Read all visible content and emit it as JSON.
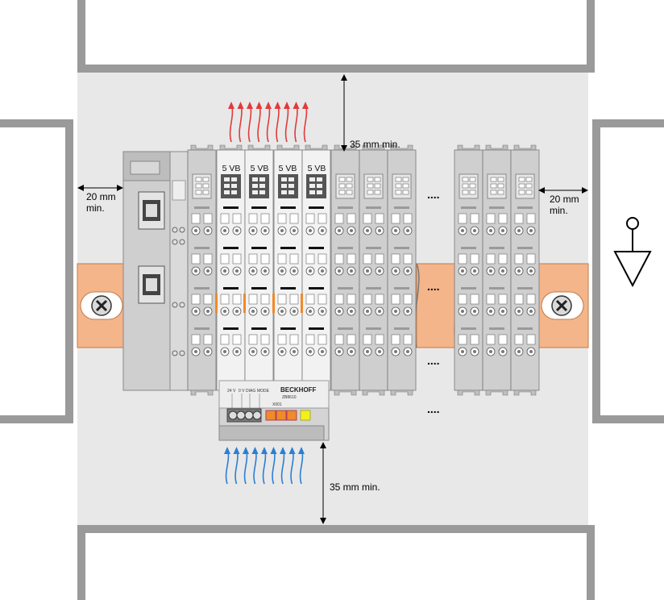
{
  "labels": {
    "top_clearance": "35 mm min.",
    "bottom_clearance": "35 mm min.",
    "left_clearance_1": "20 mm",
    "left_clearance_2": "min.",
    "right_clearance_1": "20 mm",
    "right_clearance_2": "min."
  },
  "terminals": {
    "power_label": "5 VB",
    "count_powered": 4,
    "ellipsis": "...."
  },
  "power_module": {
    "brand": "BECKHOFF",
    "model": "ZB8610",
    "sublabel": "X001",
    "terminal_labels": [
      "24 V",
      "0 V",
      "DIAG",
      "MODE"
    ]
  },
  "airflow": {
    "hot_color": "#e23a3a",
    "cold_color": "#2a7fd4",
    "arrow_count": 9
  },
  "colors": {
    "cabinet": "#e8e8e8",
    "frame": "#9a9a9a",
    "rail": "#f4b58a",
    "terminal": "#cfcfcf",
    "terminal_light": "#f2f2f2",
    "accent": "#f08a2a"
  },
  "icons": [
    "ground-icon",
    "screw-icon"
  ]
}
